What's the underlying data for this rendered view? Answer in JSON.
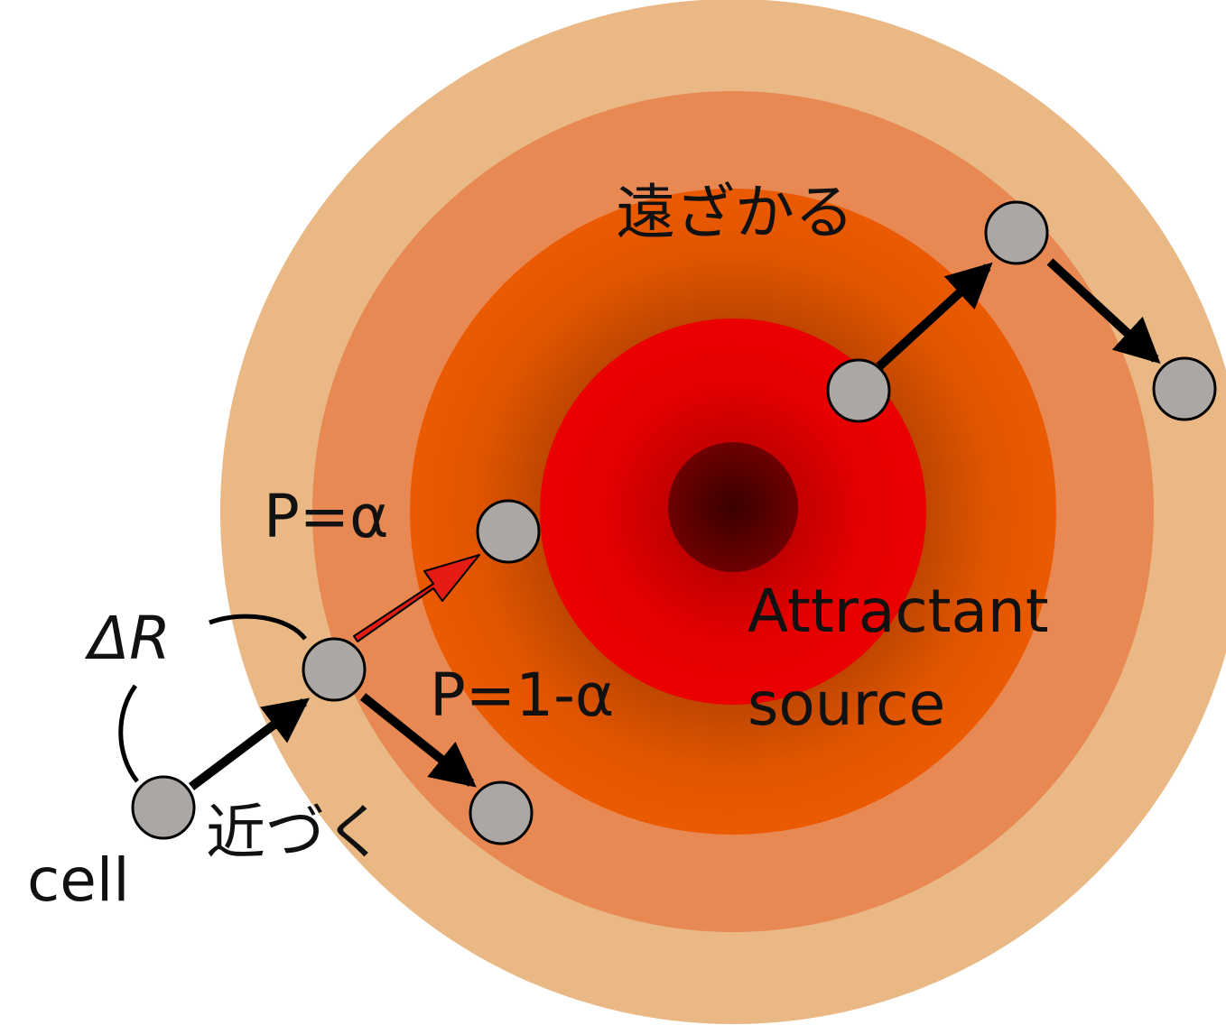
{
  "labels": {
    "attractant_line1": "Attractant",
    "attractant_line2": "source",
    "move_away": "遠ざかる",
    "approach": "近づく",
    "cell": "cell",
    "prob_alpha": "P=α",
    "prob_one_minus_alpha": "P=1-α",
    "step_length": "ΔR"
  },
  "colors": {
    "ring_outer": "#e9b884",
    "ring_second": "#e88852",
    "ring_third": "#eb5a00",
    "ring_inner": "#e60000",
    "core": "#5a0000",
    "cell_fill": "#aaa7a5",
    "arrow": "#000000",
    "arrow_red": "#e51b14"
  }
}
